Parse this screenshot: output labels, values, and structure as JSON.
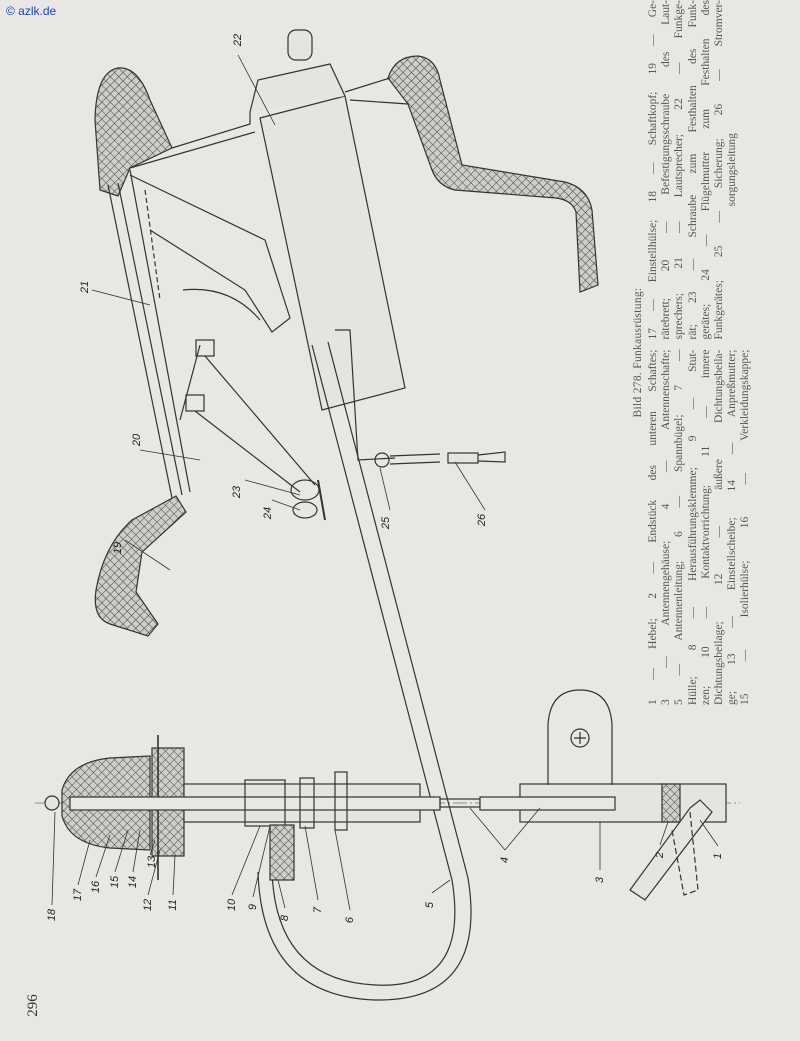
{
  "watermark": "© azlk.de",
  "page_number": "296",
  "caption": {
    "title": "Bild 278. Funkausrüstung:",
    "column1": [
      "1 — Hebel; 2 — Endstück des unteren Schaftes;",
      "3 — Antennengehäuse; 4 — Antennenschafte;",
      "5 — Antennenleitung; 6 — Spannbügel; 7 —",
      "Hülle; 8 — Herausführungsklemme; 9 — Stut-",
      "zen; 10 — Kontaktvorrichtung; 11 — innere",
      "Dichtungsbeilage; 12 — äußere Dichtungsbeila-",
      "ge; 13 — Einstellscheibe; 14 — Anpreßmutter;",
      "15 — Isolierhülse; 16 — Verkleidungskappe;"
    ],
    "column2": [
      "17 — Einstellhülse; 18 — Schaftkopf; 19 — Ge-",
      "rätebrett; 20 — Befestigungsschraube des Laut-",
      "sprechers; 21 — Lautsprecher; 22 — Funkge-",
      "rät; 23 — Schraube zum Festhalten des Funk-",
      "gerätes; 24 — Flügelmutter zum Festhalten des",
      "Funkgerätes; 25 — Sicherung; 26 — Stromver-",
      "sorgungsleitung"
    ]
  },
  "labels": [
    "1",
    "2",
    "3",
    "4",
    "5",
    "6",
    "7",
    "8",
    "9",
    "10",
    "11",
    "12",
    "13",
    "14",
    "15",
    "16",
    "17",
    "18",
    "19",
    "20",
    "21",
    "22",
    "23",
    "24",
    "25",
    "26"
  ],
  "colors": {
    "paper": "#e9e7e3",
    "ink": "#333333",
    "watermark": "#1a3fd0"
  }
}
